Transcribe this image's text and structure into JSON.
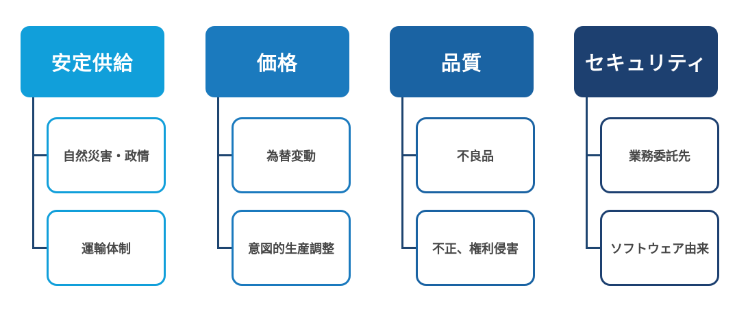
{
  "diagram": {
    "type": "hierarchy-list",
    "connector_color": "#1E4570",
    "child_text_color": "#464646",
    "columns": [
      {
        "title": "安定供給",
        "color": "#119FDA",
        "items": [
          "自然災害・政情",
          "運輸体制"
        ]
      },
      {
        "title": "価格",
        "color": "#1B7ABE",
        "items": [
          "為替変動",
          "意図的生産調整"
        ]
      },
      {
        "title": "品質",
        "color": "#1A63A3",
        "items": [
          "不良品",
          "不正、権利侵害"
        ]
      },
      {
        "title": "セキュリティ",
        "color": "#1D4070",
        "items": [
          "業務委託先",
          "ソフトウェア由来"
        ]
      }
    ]
  }
}
